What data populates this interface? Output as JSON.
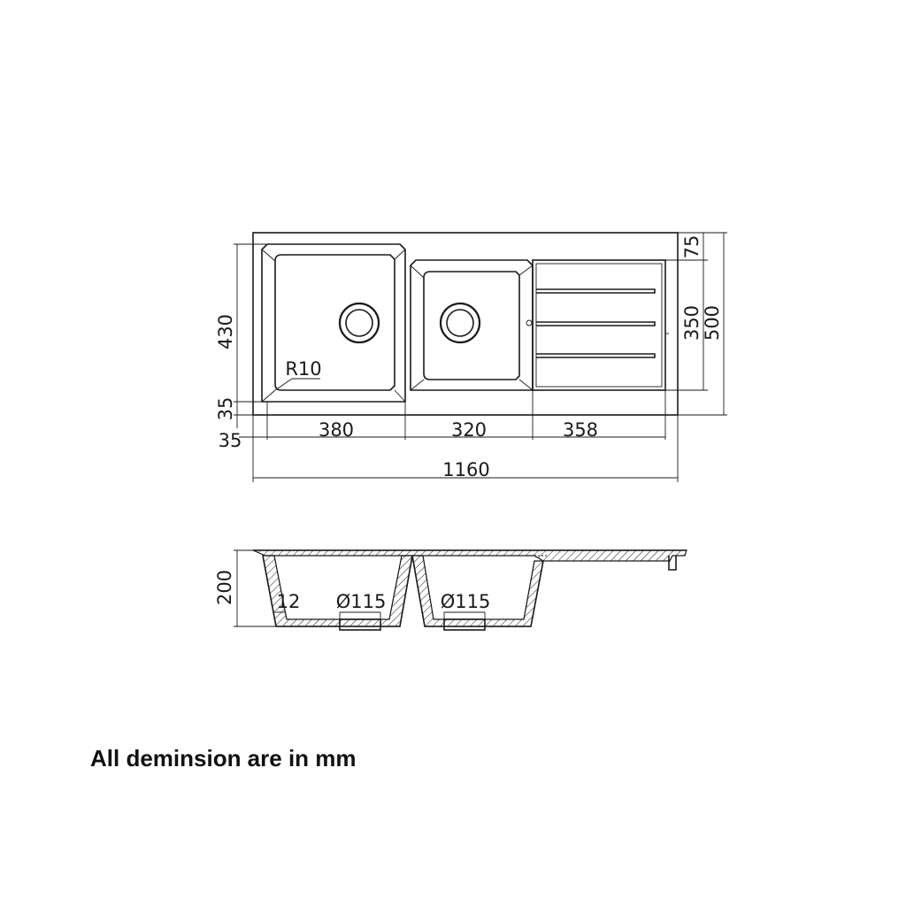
{
  "top_view": {
    "labels": {
      "bowl1_width": "380",
      "bowl2_width": "320",
      "drainer_width": "358",
      "total_width": "1160",
      "bowl_depth": "430",
      "front_offset": "35",
      "left_offset": "35",
      "back_rim": "75",
      "inner_depth": "350",
      "total_depth": "500",
      "corner_radius": "R10"
    }
  },
  "section_view": {
    "labels": {
      "height": "200",
      "wall_thickness": "12",
      "waste1": "Ø115",
      "waste2": "Ø115"
    }
  },
  "footer": {
    "note": "All deminsion are in mm"
  },
  "colors": {
    "line": "#1a1a1a",
    "background": "#ffffff"
  }
}
